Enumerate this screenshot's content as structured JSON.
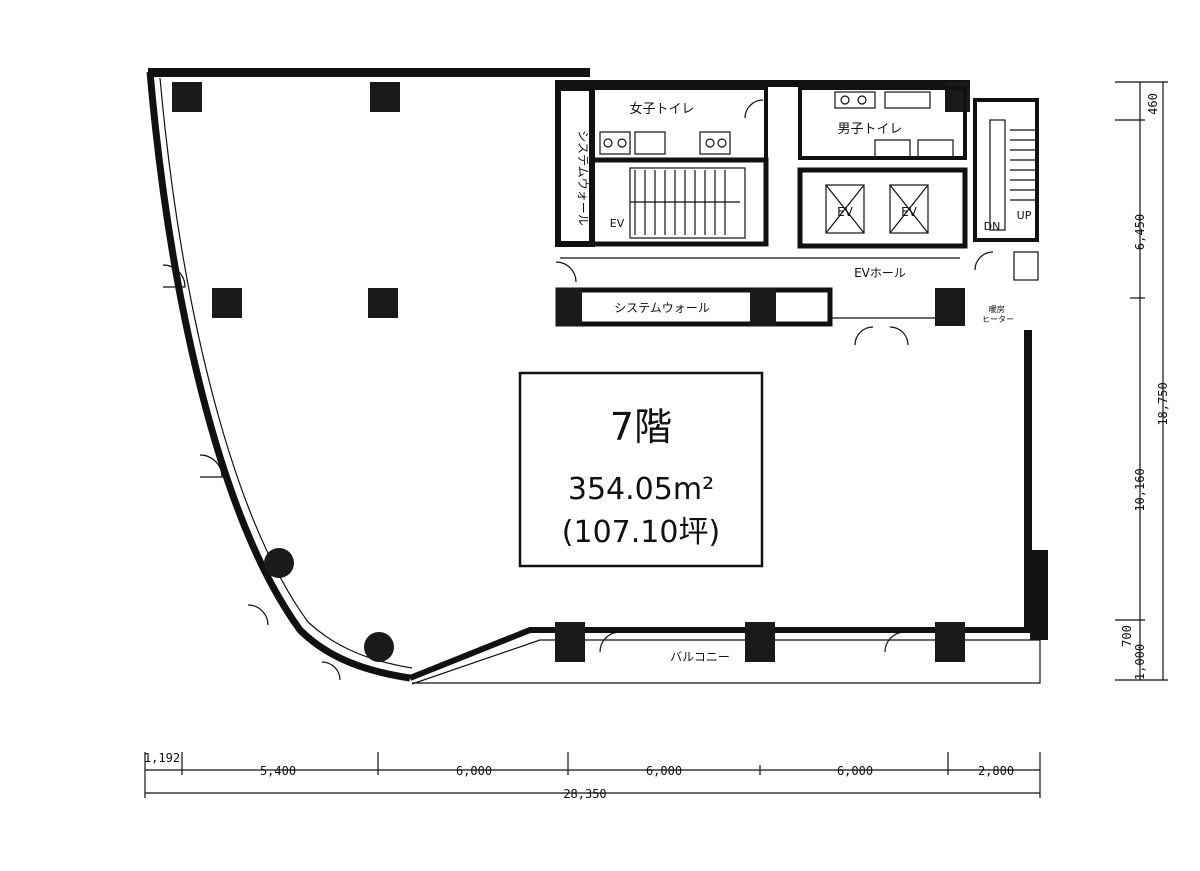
{
  "floor": {
    "level": "7階",
    "area_m2": "354.05m²",
    "area_tsubo": "(107.10坪)"
  },
  "rooms": {
    "womens_toilet": "女子トイレ",
    "mens_toilet": "男子トイレ",
    "system_wall_vertical": "システムウォール",
    "system_wall_horizontal": "システムウォール",
    "ev_hall": "EVホール",
    "ev_1": "EV",
    "ev_2": "EV",
    "ev_stair": "EV",
    "balcony": "バルコニー",
    "heater_note": "暖房\nヒーター",
    "stair_dn": "DN",
    "stair_up": "UP"
  },
  "dimensions": {
    "bottom_segments": [
      "1,192",
      "5,400",
      "6,000",
      "6,000",
      "6,000",
      "2,800"
    ],
    "bottom_total": "28,350",
    "right_segments": [
      "460",
      "6,450",
      "10,160",
      "700",
      "1,000"
    ],
    "right_total": "18,750"
  }
}
